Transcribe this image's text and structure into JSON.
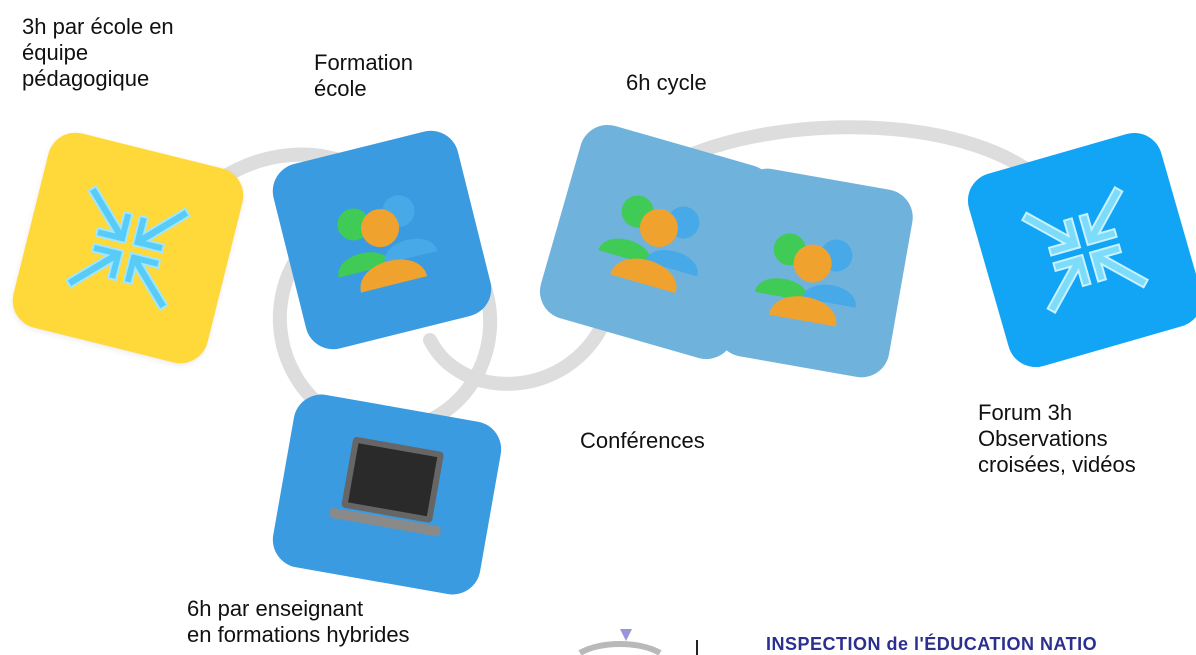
{
  "labels": {
    "equipe": "3h par école en\néquipe\npédagogique",
    "formation_ecole": "Formation\nécole",
    "cycle": "6h cycle",
    "conferences": "Conférences",
    "forum": "Forum 3h\nObservations\ncroisées, vidéos",
    "hybride": "6h par enseignant\nen formations hybrides"
  },
  "footer": {
    "title": "INSPECTION de l'ÉDUCATION NATIO"
  },
  "colors": {
    "yellow": "#FFD83A",
    "blue": "#3A9BE0",
    "light_blue": "#6FB3DD",
    "bright_blue": "#12A4F5",
    "ring": "#DDDDDD",
    "arrow": "#58CCF7"
  },
  "icons": {
    "arrows": "arrows-inward-icon",
    "people": "people-group-icon",
    "laptop": "laptop-icon"
  }
}
